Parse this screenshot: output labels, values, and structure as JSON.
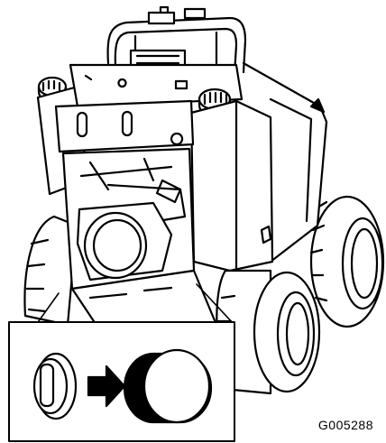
{
  "figure": {
    "figure_id": "G005288",
    "subject": "compact-utility-loader",
    "callout": "cap-removal-detail"
  }
}
